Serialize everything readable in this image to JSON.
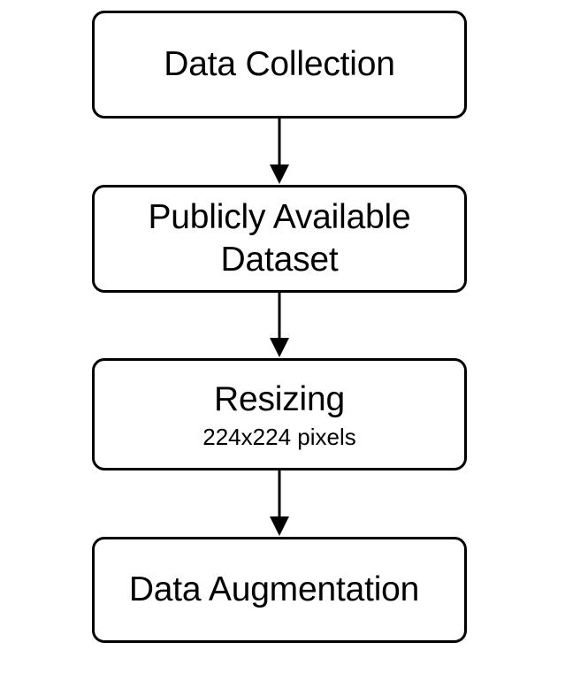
{
  "flowchart": {
    "steps": [
      {
        "title": "Data Collection"
      },
      {
        "title": "Publicly Available\nDataset"
      },
      {
        "title": "Resizing",
        "subtitle": "224x224 pixels"
      },
      {
        "title": "Data Augmentation"
      }
    ],
    "colors": {
      "stroke": "#000000",
      "fill": "#ffffff",
      "text": "#000000"
    }
  }
}
